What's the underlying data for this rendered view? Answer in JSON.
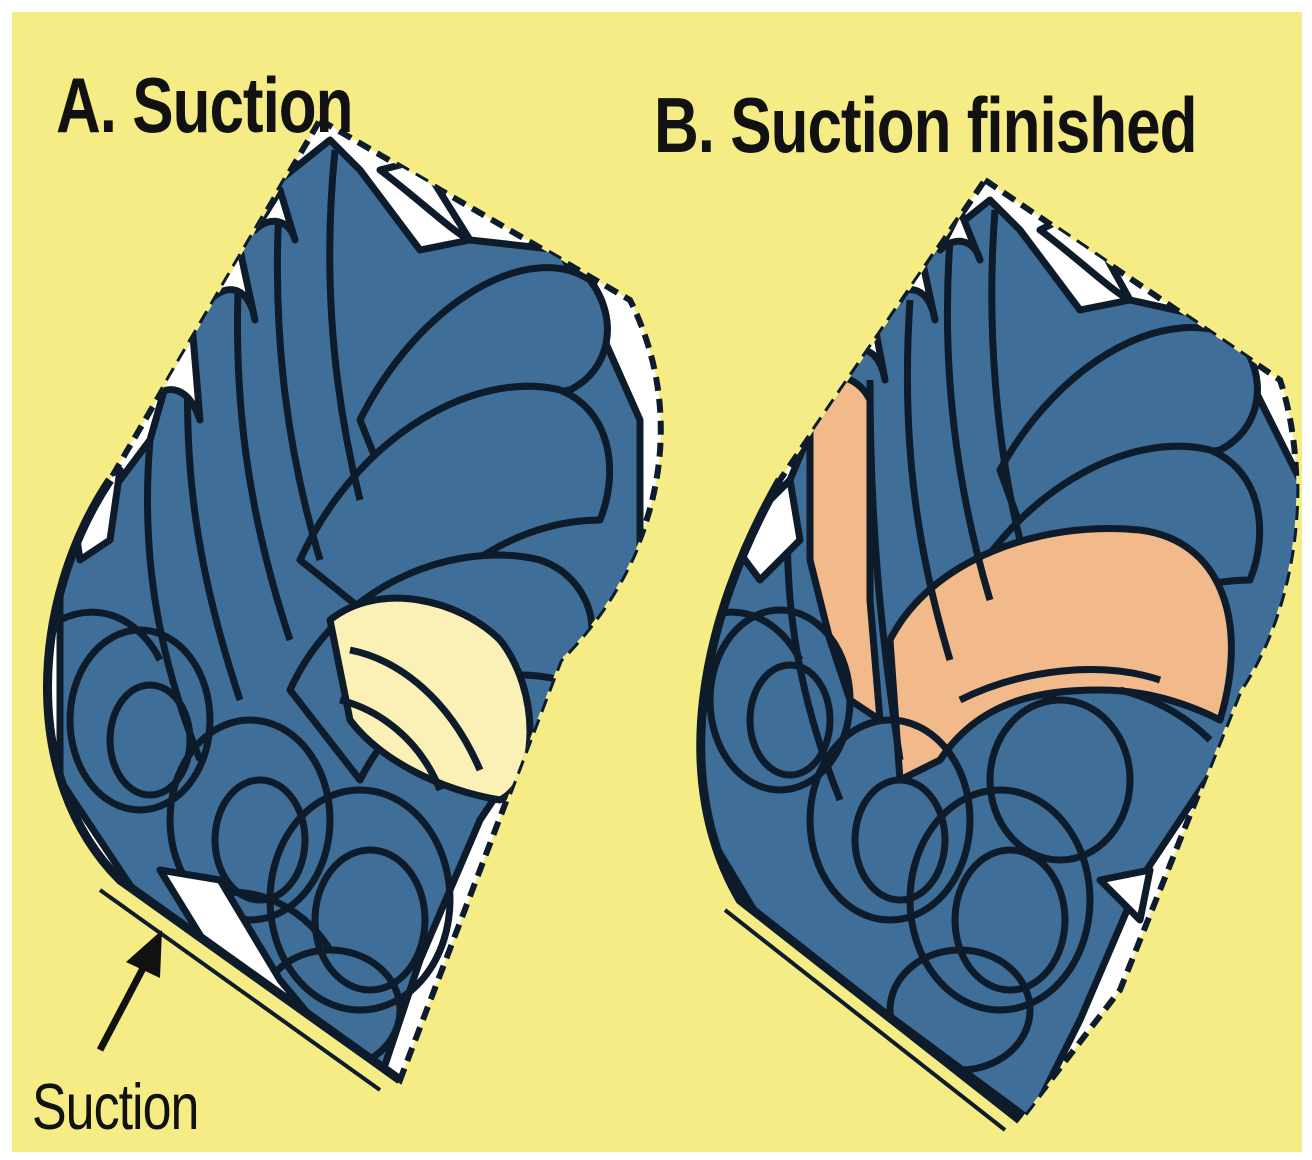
{
  "panel_a": {
    "title": "A. Suction"
  },
  "panel_b": {
    "title": "B. Suction finished"
  },
  "annotation": {
    "arrow_label": "Suction"
  },
  "colors": {
    "background": "#f6ec86",
    "rotor": "#3f6f98",
    "outline": "#0d1b2a",
    "cavity": "#ffffff",
    "suction_gas": "#fbf1b6",
    "trapped_gas": "#f2b98a"
  },
  "icons": [
    "suction-arrow-icon"
  ]
}
